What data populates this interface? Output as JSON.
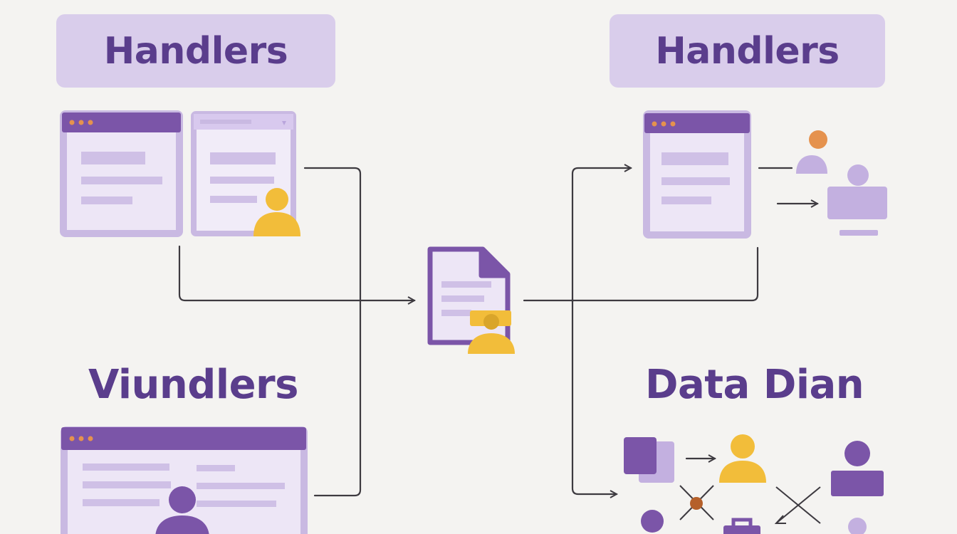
{
  "labels": {
    "top_left": "Handlers",
    "top_right": "Handlers",
    "bottom_left": "Viundlers",
    "bottom_right": "Data Dian"
  },
  "colors": {
    "background": "#f4f3f1",
    "label_fill": "#d9cdeb",
    "label_text": "#5a3d8c",
    "window_border": "#c9b9e2",
    "window_titlebar": "#7b55a8",
    "window_line": "#cfc0e6",
    "accent_orange": "#e5924e",
    "accent_yellow": "#f2bd3a",
    "purple_dark": "#7b55a8",
    "purple_light": "#c3b0e0",
    "connector": "#3d3a40"
  },
  "icons": {
    "window": "browser-window-icon",
    "document": "document-icon",
    "person": "user-icon",
    "monitor": "monitor-icon"
  }
}
